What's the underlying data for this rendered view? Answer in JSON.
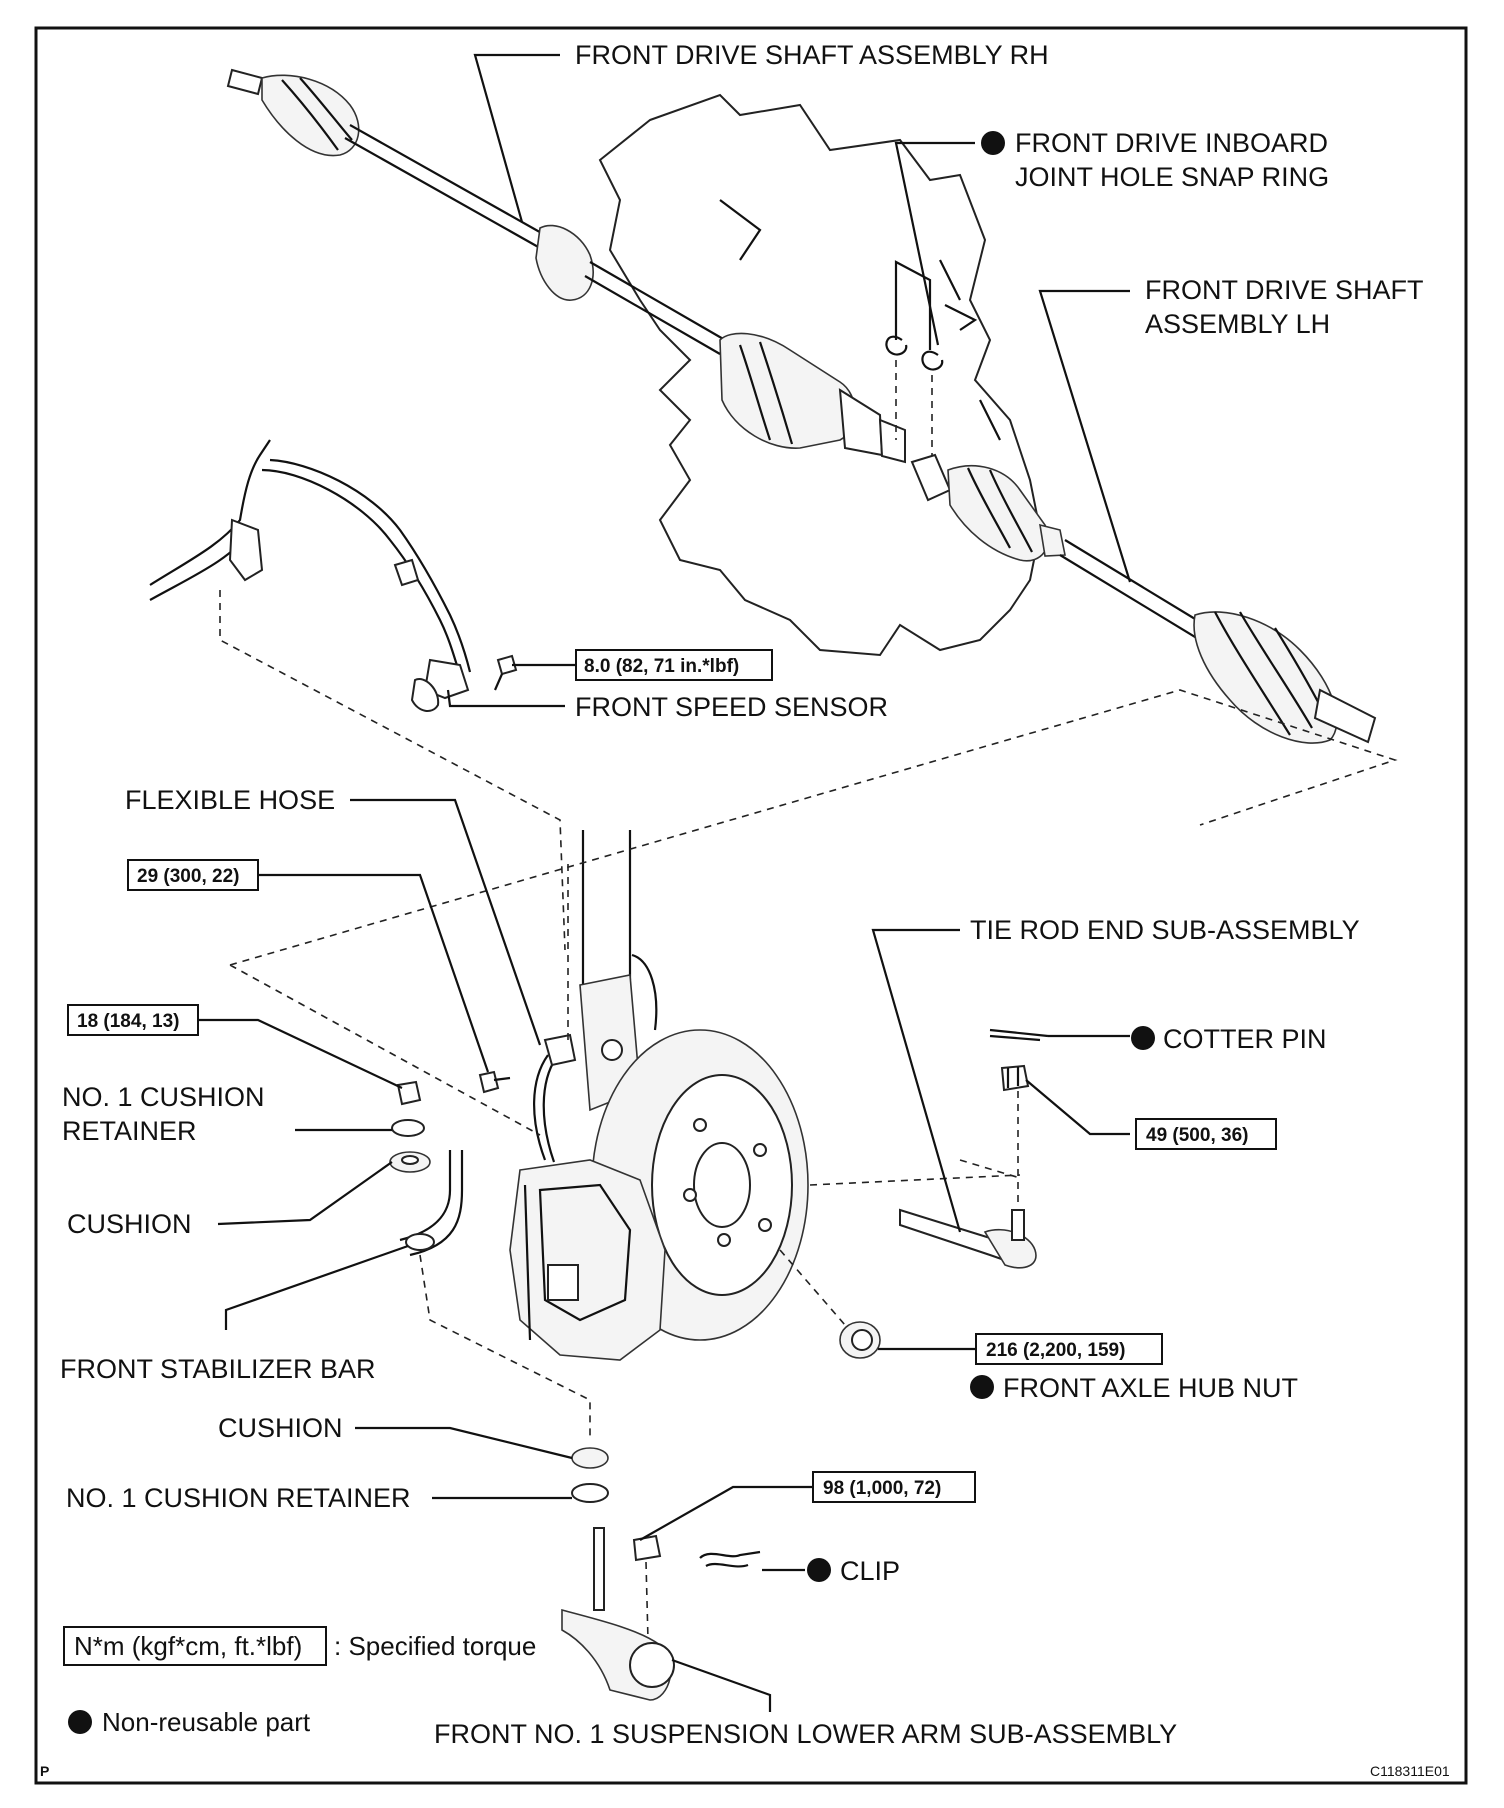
{
  "labels": {
    "rh_shaft": "FRONT DRIVE SHAFT ASSEMBLY RH",
    "snap_ring_1": "FRONT DRIVE INBOARD",
    "snap_ring_2": "JOINT HOLE SNAP RING",
    "lh_shaft_1": "FRONT DRIVE SHAFT",
    "lh_shaft_2": "ASSEMBLY LH",
    "speed_sensor": "FRONT SPEED SENSOR",
    "flexible_hose": "FLEXIBLE HOSE",
    "tie_rod": "TIE ROD END SUB-ASSEMBLY",
    "cotter_pin": "COTTER PIN",
    "cushion_retainer_top_1": "NO. 1 CUSHION",
    "cushion_retainer_top_2": "RETAINER",
    "cushion_top": "CUSHION",
    "stabilizer_bar": "FRONT STABILIZER BAR",
    "hub_nut": "FRONT AXLE HUB NUT",
    "cushion_bottom": "CUSHION",
    "cushion_retainer_bottom": "NO. 1 CUSHION RETAINER",
    "clip": "CLIP",
    "lower_arm": "FRONT NO. 1 SUSPENSION LOWER ARM SUB-ASSEMBLY"
  },
  "torques": {
    "sensor_bolt": "8.0 (82, 71 in.*lbf)",
    "hose_bolt": "29 (300, 22)",
    "stabilizer_nut": "18 (184, 13)",
    "tie_rod_nut": "49 (500, 36)",
    "hub_nut": "216 (2,200, 159)",
    "ball_joint_nut": "98 (1,000, 72)"
  },
  "legend": {
    "torque_units": "N*m (kgf*cm, ft.*lbf)",
    "torque_desc": ": Specified torque",
    "non_reusable": "Non-reusable part"
  },
  "corner": {
    "left": "P",
    "code": "C118311E01"
  }
}
